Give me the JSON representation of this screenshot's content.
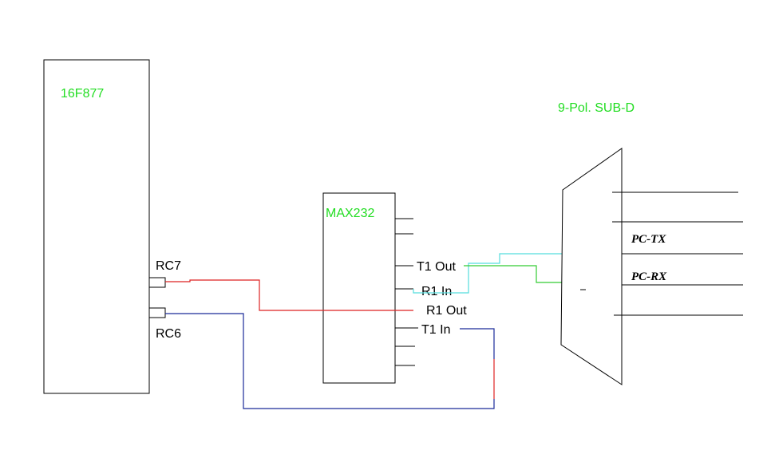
{
  "colors": {
    "chip_label": "#22dd22",
    "wire_red": "#dd2222",
    "wire_blue": "#1a2a99",
    "wire_cyan": "#55dddd",
    "wire_green": "#33cc33",
    "outline": "#000000"
  },
  "pic": {
    "name": "16F877",
    "pin_rc7": "RC7",
    "pin_rc6": "RC6"
  },
  "max232": {
    "name": "MAX232",
    "pin_t1_out": "T1 Out",
    "pin_r1_in": "R1 In",
    "pin_r1_out": "R1 Out",
    "pin_t1_in": "T1 In"
  },
  "connector": {
    "name": "9-Pol. SUB-D",
    "pc_tx": "PC-TX",
    "pc_rx": "PC-RX"
  }
}
